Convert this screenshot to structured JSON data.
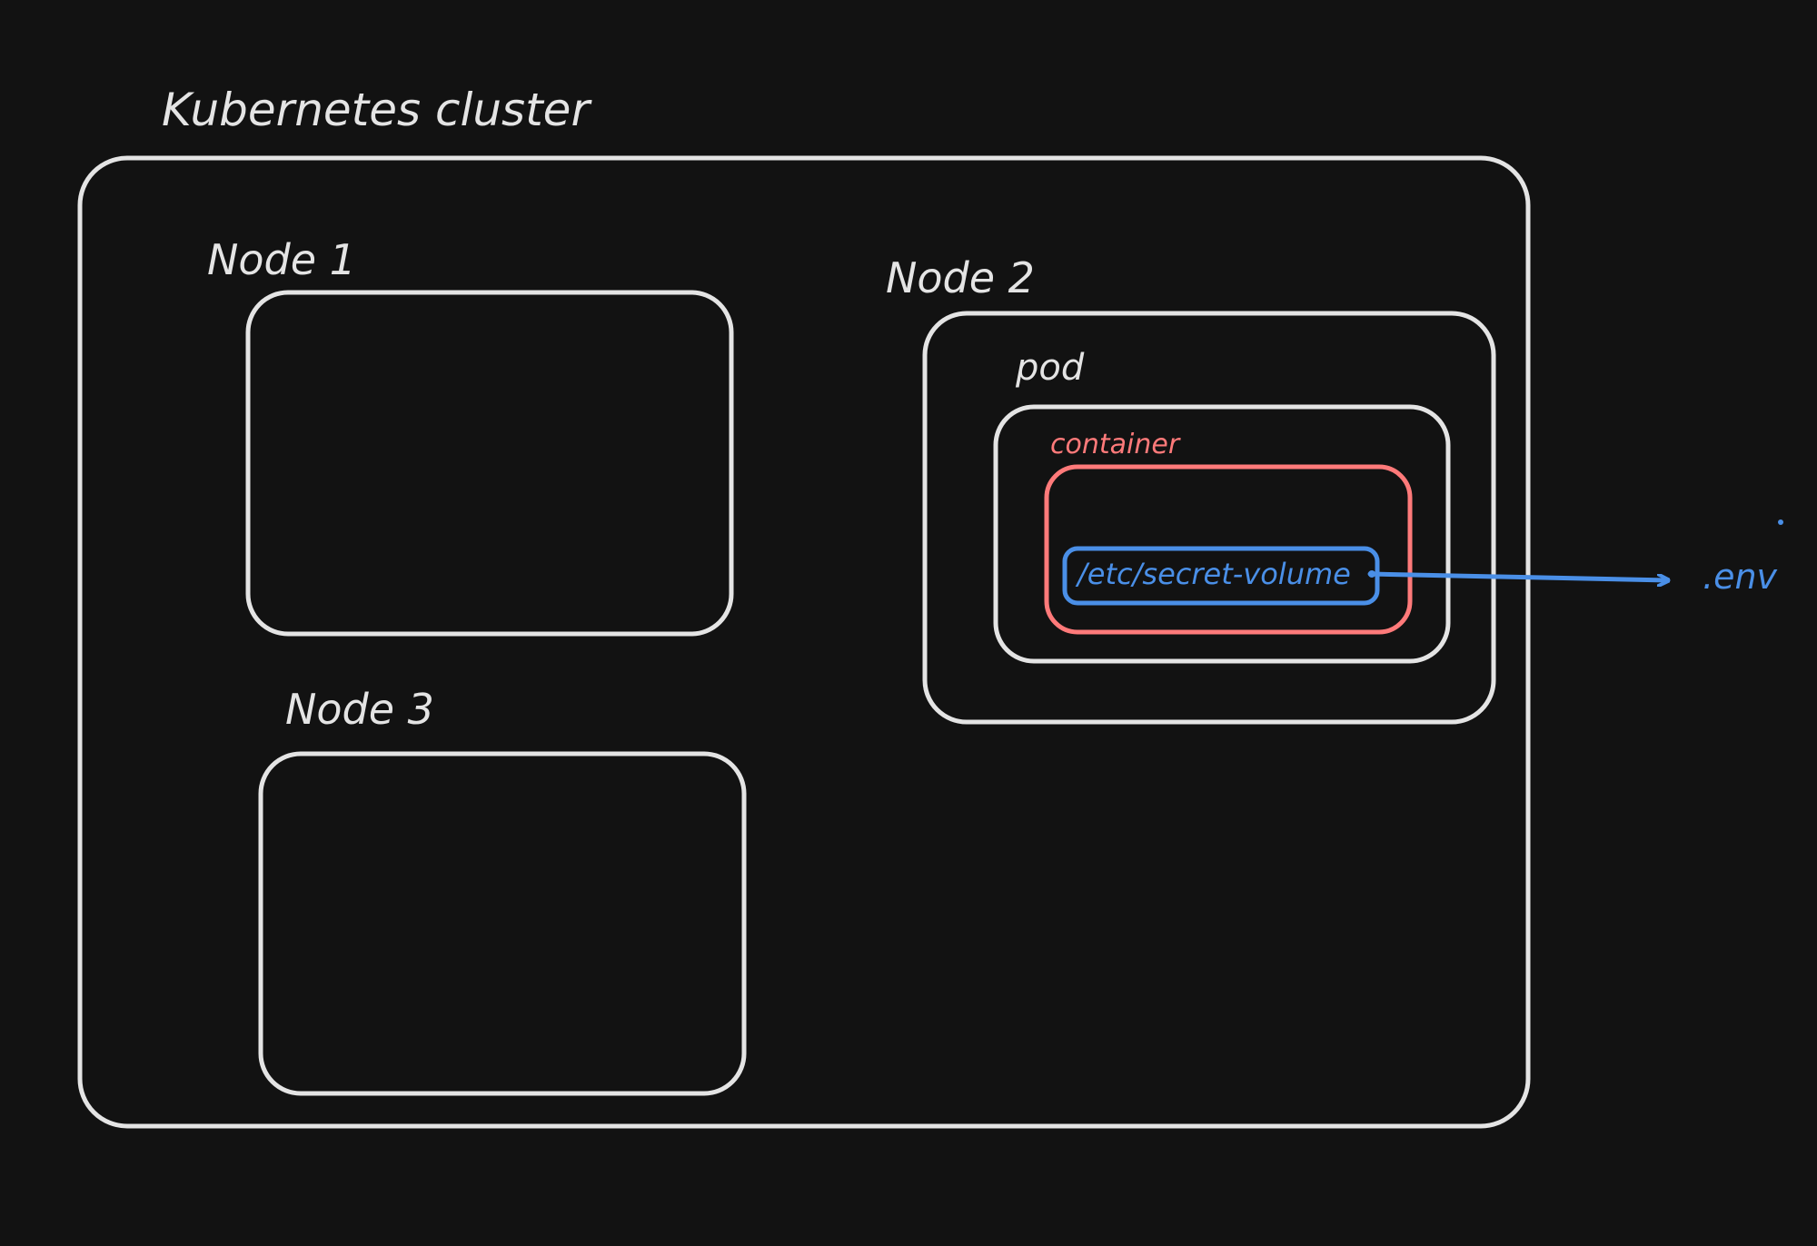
{
  "colors": {
    "background": "#121212",
    "outline": "#e4e4e4",
    "container": "#ff7a7a",
    "volume": "#4a8fe7"
  },
  "labels": {
    "cluster": "Kubernetes cluster",
    "node1": "Node 1",
    "node2": "Node 2",
    "node3": "Node 3",
    "pod": "pod",
    "container": "container",
    "volume": "/etc/secret-volume",
    "env": ".env"
  }
}
